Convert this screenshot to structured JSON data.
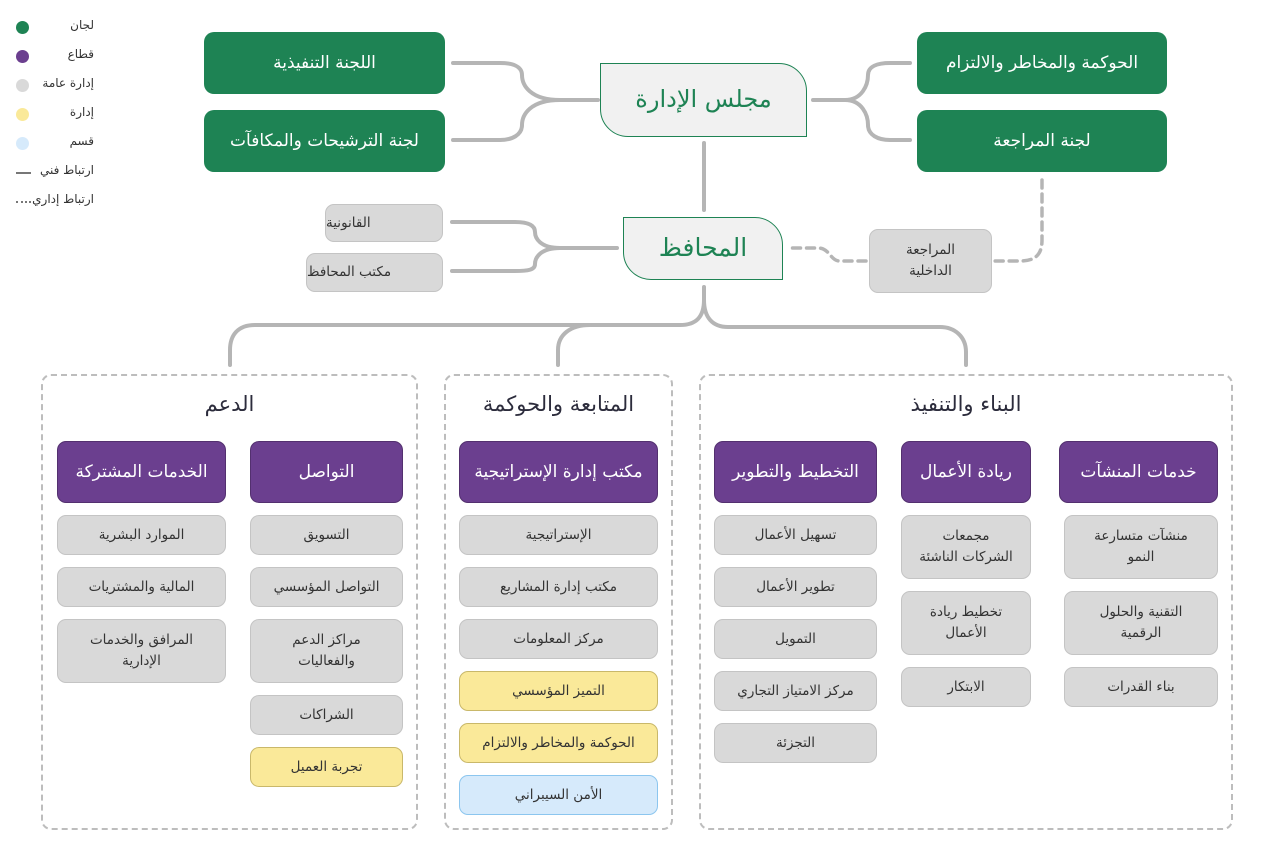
{
  "legend": {
    "items": [
      {
        "label": "لجان",
        "type": "dot",
        "color": "#1e8354"
      },
      {
        "label": "قطاع",
        "type": "dot",
        "color": "#6b3f8f"
      },
      {
        "label": "إدارة عامة",
        "type": "dot",
        "color": "#d9d9d9"
      },
      {
        "label": "إدارة",
        "type": "dot",
        "color": "#fae999"
      },
      {
        "label": "قسم",
        "type": "dot",
        "color": "#d6eafb"
      },
      {
        "label": "ارتباط فني",
        "type": "solid-line",
        "color": "#888888"
      },
      {
        "label": "ارتباط إداري",
        "type": "dotted-line",
        "color": "#888888"
      }
    ]
  },
  "board": {
    "title": "مجلس الإدارة",
    "left_committees": [
      "اللجنة التنفيذية",
      "لجنة الترشيحات والمكافآت"
    ],
    "right_committees": [
      "الحوكمة والمخاطر والالتزام",
      "لجنة المراجعة"
    ]
  },
  "governor": {
    "title": "المحافظ",
    "left_units": [
      "القانونية",
      "مكتب المحافظ"
    ],
    "internal_audit": "المراجعة الداخلية"
  },
  "colors": {
    "committee": "#1e8354",
    "sector": "#6b3f8f",
    "general_dept": "#d9d9d9",
    "dept": "#fae999",
    "section": "#d6eafb",
    "connector": "#b5b5b5"
  },
  "groups": {
    "support": {
      "title": "الدعم",
      "sectors": [
        {
          "name": "التواصل",
          "units": [
            {
              "label": "التسويق",
              "level": "general"
            },
            {
              "label": "التواصل المؤسسي",
              "level": "general"
            },
            {
              "label": "مراكز الدعم والفعاليات",
              "level": "general"
            },
            {
              "label": "الشراكات",
              "level": "general"
            },
            {
              "label": "تجربة العميل",
              "level": "dept"
            }
          ]
        },
        {
          "name": "الخدمات المشتركة",
          "units": [
            {
              "label": "الموارد البشرية",
              "level": "general"
            },
            {
              "label": "المالية والمشتريات",
              "level": "general"
            },
            {
              "label": "المرافق والخدمات الإدارية",
              "level": "general"
            }
          ]
        }
      ]
    },
    "monitoring": {
      "title": "المتابعة والحوكمة",
      "sectors": [
        {
          "name": "مكتب إدارة الإستراتيجية",
          "units": [
            {
              "label": "الإستراتيجية",
              "level": "general"
            },
            {
              "label": "مكتب إدارة المشاريع",
              "level": "general"
            },
            {
              "label": "مركز المعلومات",
              "level": "general"
            },
            {
              "label": "التميز المؤسسي",
              "level": "dept"
            },
            {
              "label": "الحوكمة والمخاطر والالتزام",
              "level": "dept"
            },
            {
              "label": "الأمن السيبراني",
              "level": "section"
            }
          ]
        }
      ]
    },
    "building": {
      "title": "البناء والتنفيذ",
      "sectors": [
        {
          "name": "خدمات المنشآت",
          "units": [
            {
              "label": "منشآت متسارعة النمو",
              "level": "general"
            },
            {
              "label": "التقنية والحلول الرقمية",
              "level": "general"
            },
            {
              "label": "بناء القدرات",
              "level": "general"
            }
          ]
        },
        {
          "name": "ريادة الأعمال",
          "units": [
            {
              "label": "مجمعات الشركات الناشئة",
              "level": "general"
            },
            {
              "label": "تخطيط ريادة الأعمال",
              "level": "general"
            },
            {
              "label": "الابتكار",
              "level": "general"
            }
          ]
        },
        {
          "name": "التخطيط والتطوير",
          "units": [
            {
              "label": "تسهيل الأعمال",
              "level": "general"
            },
            {
              "label": "تطوير الأعمال",
              "level": "general"
            },
            {
              "label": "التمويل",
              "level": "general"
            },
            {
              "label": "مركز الامتياز التجاري",
              "level": "general"
            },
            {
              "label": "التجزئة",
              "level": "general"
            }
          ]
        }
      ]
    }
  }
}
